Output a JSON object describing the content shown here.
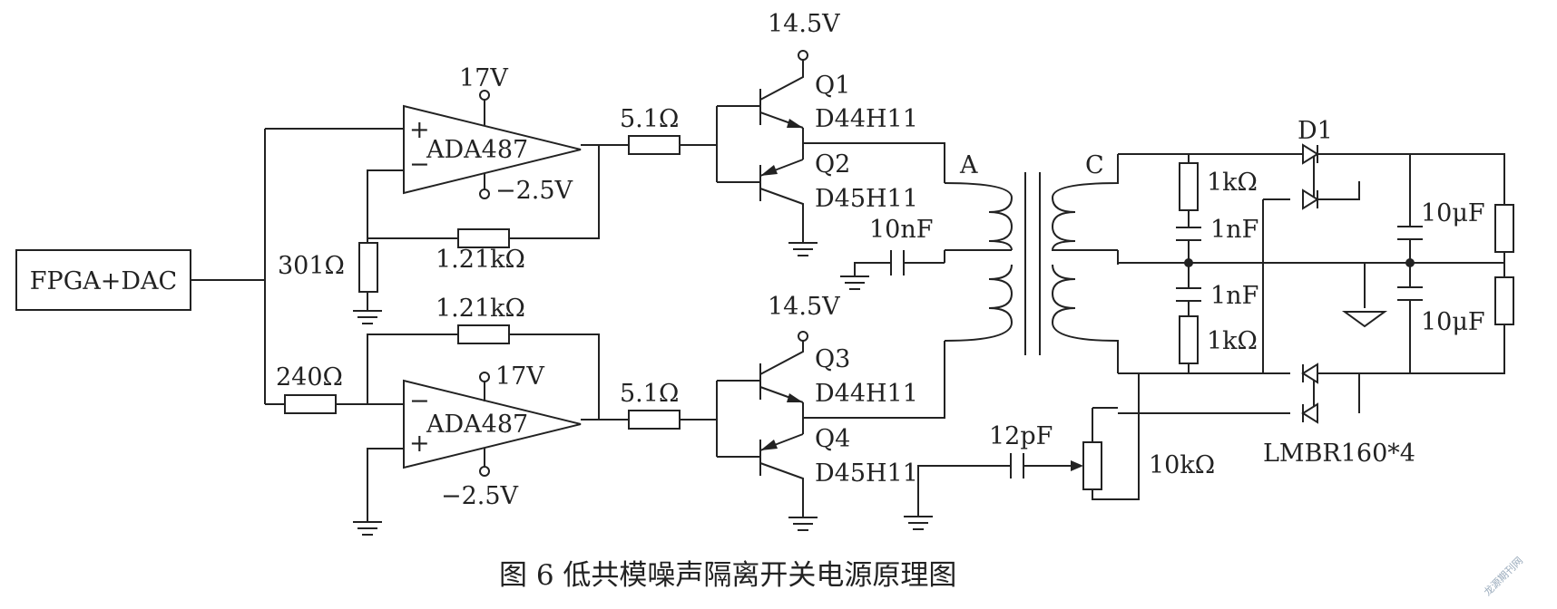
{
  "labels": {
    "fpga_dac": "FPGA+DAC",
    "opamp1": "ADA487",
    "opamp2": "ADA487",
    "v17_top": "17V",
    "vneg_top": "−2.5V",
    "v17_bot": "17V",
    "vneg_bot": "−2.5V",
    "r301": "301Ω",
    "r121_top": "1.21kΩ",
    "r121_bot": "1.21kΩ",
    "r240": "240Ω",
    "r51_top": "5.1Ω",
    "r51_bot": "5.1Ω",
    "vcc_top": "14.5V",
    "vcc_bot": "14.5V",
    "q1": "Q1",
    "q1_part": "D44H11",
    "q2": "Q2",
    "q2_part": "D45H11",
    "q3": "Q3",
    "q3_part": "D44H11",
    "q4": "Q4",
    "q4_part": "D45H11",
    "c10n": "10nF",
    "node_a": "A",
    "node_c": "C",
    "r1k_top": "1kΩ",
    "c1n_top": "1nF",
    "c1n_bot": "1nF",
    "r1k_bot": "1kΩ",
    "d1": "D1",
    "c10u_top": "10μF",
    "c10u_bot": "10μF",
    "diode_part": "LMBR160*4",
    "c12p": "12pF",
    "r10k": "10kΩ",
    "plus": "+",
    "minus": "−"
  },
  "caption": "图 6   低共模噪声隔离开关电源原理图",
  "watermark": "龙源期刊网"
}
